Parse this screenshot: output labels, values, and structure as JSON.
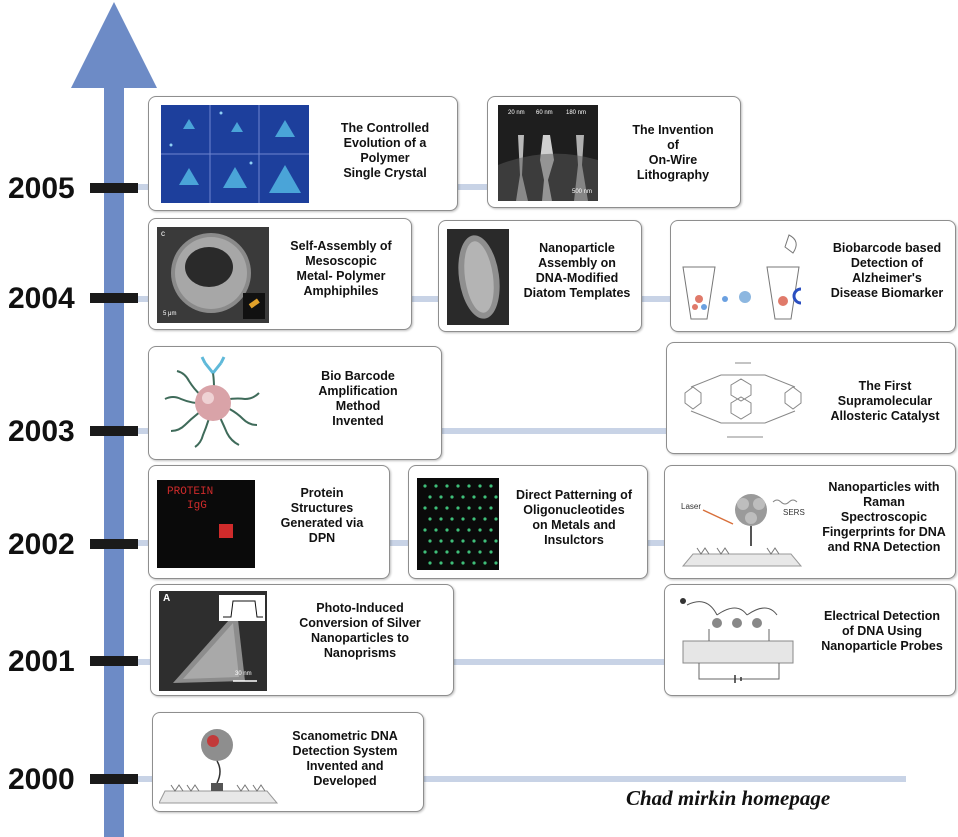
{
  "colors": {
    "axis": "#6d8bc6",
    "connector": "#c8d3e6",
    "tick": "#1a1a1a"
  },
  "years": [
    "2005",
    "2004",
    "2003",
    "2002",
    "2001",
    "2000"
  ],
  "cards": {
    "polymer_crystal": "The Controlled\nEvolution of a\nPolymer\nSingle Crystal",
    "onwire_litho": "The Invention\nof\nOn-Wire\nLithography",
    "self_assembly": "Self-Assembly of\nMesoscopic\nMetal- Polymer\nAmphiphiles",
    "diatom": "Nanoparticle\nAssembly on\nDNA-Modified\nDiatom Templates",
    "biobarcode_alz": "Biobarcode based\nDetection of\nAlzheimer's\nDisease Biomarker",
    "bio_barcode_amp": "Bio Barcode\nAmplification\nMethod\nInvented",
    "allosteric": "The First\nSupramolecular\nAllosteric Catalyst",
    "protein_dpn": "Protein\nStructures\nGenerated via\nDPN",
    "oligo_pattern": "Direct Patterning of\nOligonucleotides\non Metals and\nInsulctors",
    "raman": "Nanoparticles with\nRaman\nSpectroscopic\nFingerprints for DNA\nand RNA Detection",
    "nanoprisms": "Photo-Induced\nConversion of Silver\nNanoparticles to\nNanoprisms",
    "electrical": "Electrical Detection\nof DNA Using\nNanoparticle Probes",
    "scanometric": "Scanometric DNA\nDetection System\nInvented and\nDeveloped"
  },
  "image_labels": {
    "litho_20": "20 nm",
    "litho_60": "60 nm",
    "litho_180": "180 nm",
    "litho_scale": "500 nm",
    "amph_c": "c",
    "amph_scale": "5 μm",
    "protein_text": "PROTEIN",
    "protein_igg": "IgG",
    "prism_a": "A",
    "prism_scale": "30 nm",
    "laser": "Laser",
    "sers": "SERS"
  },
  "caption": "Chad mirkin homepage"
}
